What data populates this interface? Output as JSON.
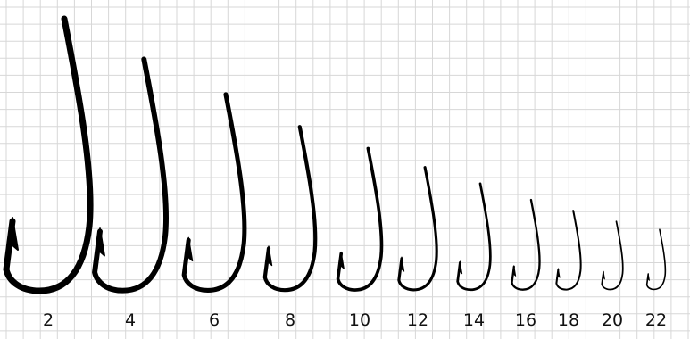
{
  "colors": {
    "background": "#ffffff",
    "grid": "#d7d7d7",
    "hook": "#000000",
    "label": "#111111"
  },
  "grid": {
    "visible": true
  },
  "hooks": [
    {
      "size": "2",
      "scale": 1.0,
      "icon": "fishing-hook-icon"
    },
    {
      "size": "4",
      "scale": 0.85,
      "icon": "fishing-hook-icon"
    },
    {
      "size": "6",
      "scale": 0.72,
      "icon": "fishing-hook-icon"
    },
    {
      "size": "8",
      "scale": 0.6,
      "icon": "fishing-hook-icon"
    },
    {
      "size": "10",
      "scale": 0.52,
      "icon": "fishing-hook-icon"
    },
    {
      "size": "12",
      "scale": 0.45,
      "icon": "fishing-hook-icon"
    },
    {
      "size": "14",
      "scale": 0.39,
      "icon": "fishing-hook-icon"
    },
    {
      "size": "16",
      "scale": 0.33,
      "icon": "fishing-hook-icon"
    },
    {
      "size": "18",
      "scale": 0.29,
      "icon": "fishing-hook-icon"
    },
    {
      "size": "20",
      "scale": 0.25,
      "icon": "fishing-hook-icon"
    },
    {
      "size": "22",
      "scale": 0.22,
      "icon": "fishing-hook-icon"
    }
  ]
}
